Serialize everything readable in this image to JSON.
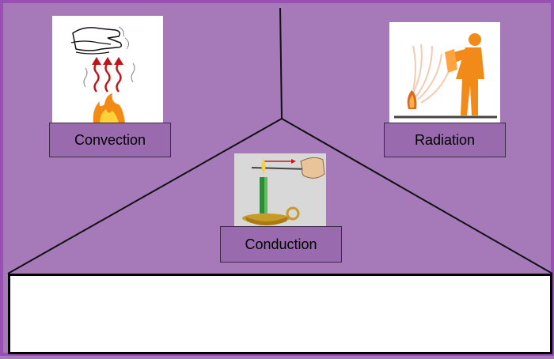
{
  "diagram": {
    "labels": {
      "convection": "Convection",
      "radiation": "Radiation",
      "conduction": "Conduction"
    },
    "answer_box_text": "",
    "colors": {
      "background": "#a679b8",
      "frame": "#9a4fb4",
      "label_fill": "#9a6aae",
      "lines": "#111111",
      "answer_box": "#ffffff"
    },
    "icons": {
      "convection": "hand-over-fire-icon",
      "radiation": "person-by-heater-icon",
      "conduction": "candle-heating-rod-icon"
    }
  }
}
